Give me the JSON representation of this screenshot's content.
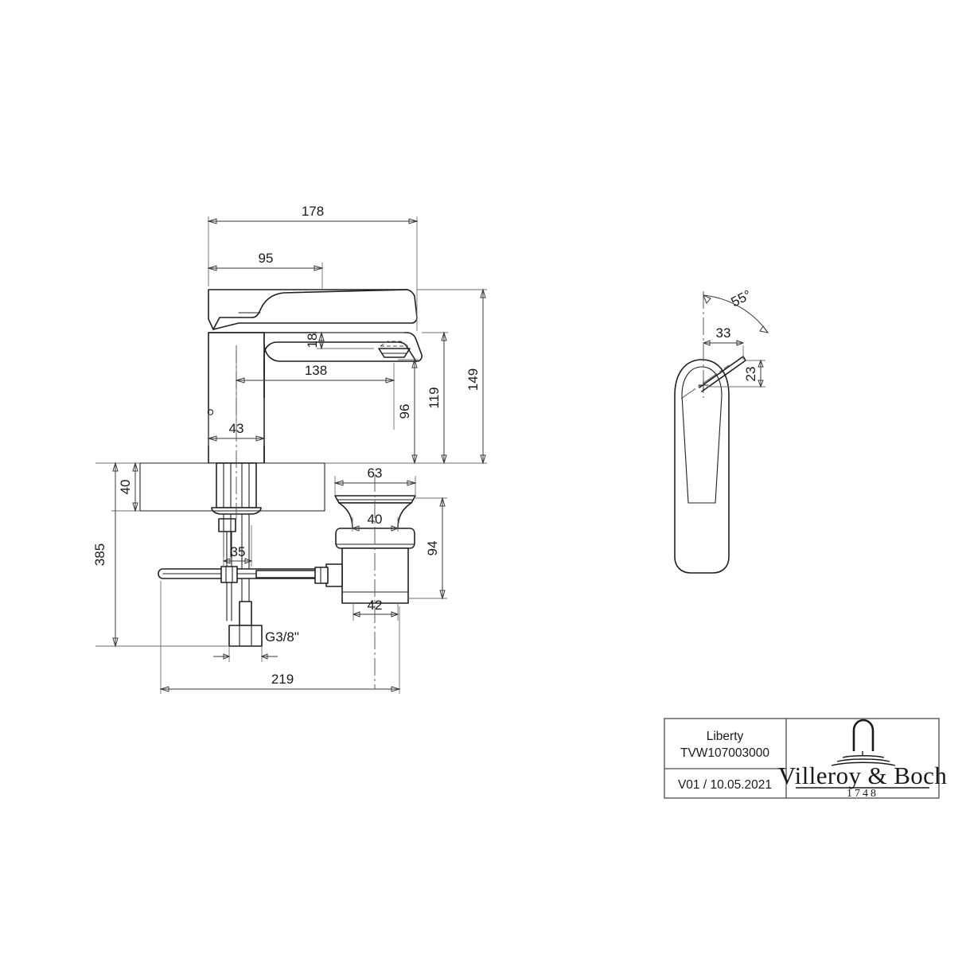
{
  "drawing": {
    "title": "Liberty single-lever basin mixer technical drawing",
    "background_color": "#ffffff",
    "line_color": "#231f20",
    "units": "mm"
  },
  "views": {
    "front_elevation": {
      "name": "front-elevation-view"
    },
    "waste_assembly": {
      "name": "pop-up-waste-view"
    },
    "top_plan": {
      "name": "top-plan-view"
    }
  },
  "dimensions": {
    "overall_width": "178",
    "lever_reach": "95",
    "spout_projection": "138",
    "body_width": "43",
    "aerator_offset": "18",
    "spout_height": "96",
    "body_top_height": "119",
    "overall_height": "149",
    "counter_thickness": "40",
    "shank_width": "35",
    "total_height": "385",
    "base_span": "219",
    "thread_size": "G3/8\"",
    "waste_flange_dia": "63",
    "waste_plug_dia": "40",
    "waste_height": "94",
    "waste_body_dia": "42",
    "swivel_angle": "55°",
    "lever_travel_h": "33",
    "lever_travel_v": "23"
  },
  "title_block": {
    "product_name": "Liberty",
    "article_number": "TVW107003000",
    "revision": "V01 / 10.05.2021",
    "brand_name": "Villeroy & Boch",
    "brand_year": "1748"
  }
}
